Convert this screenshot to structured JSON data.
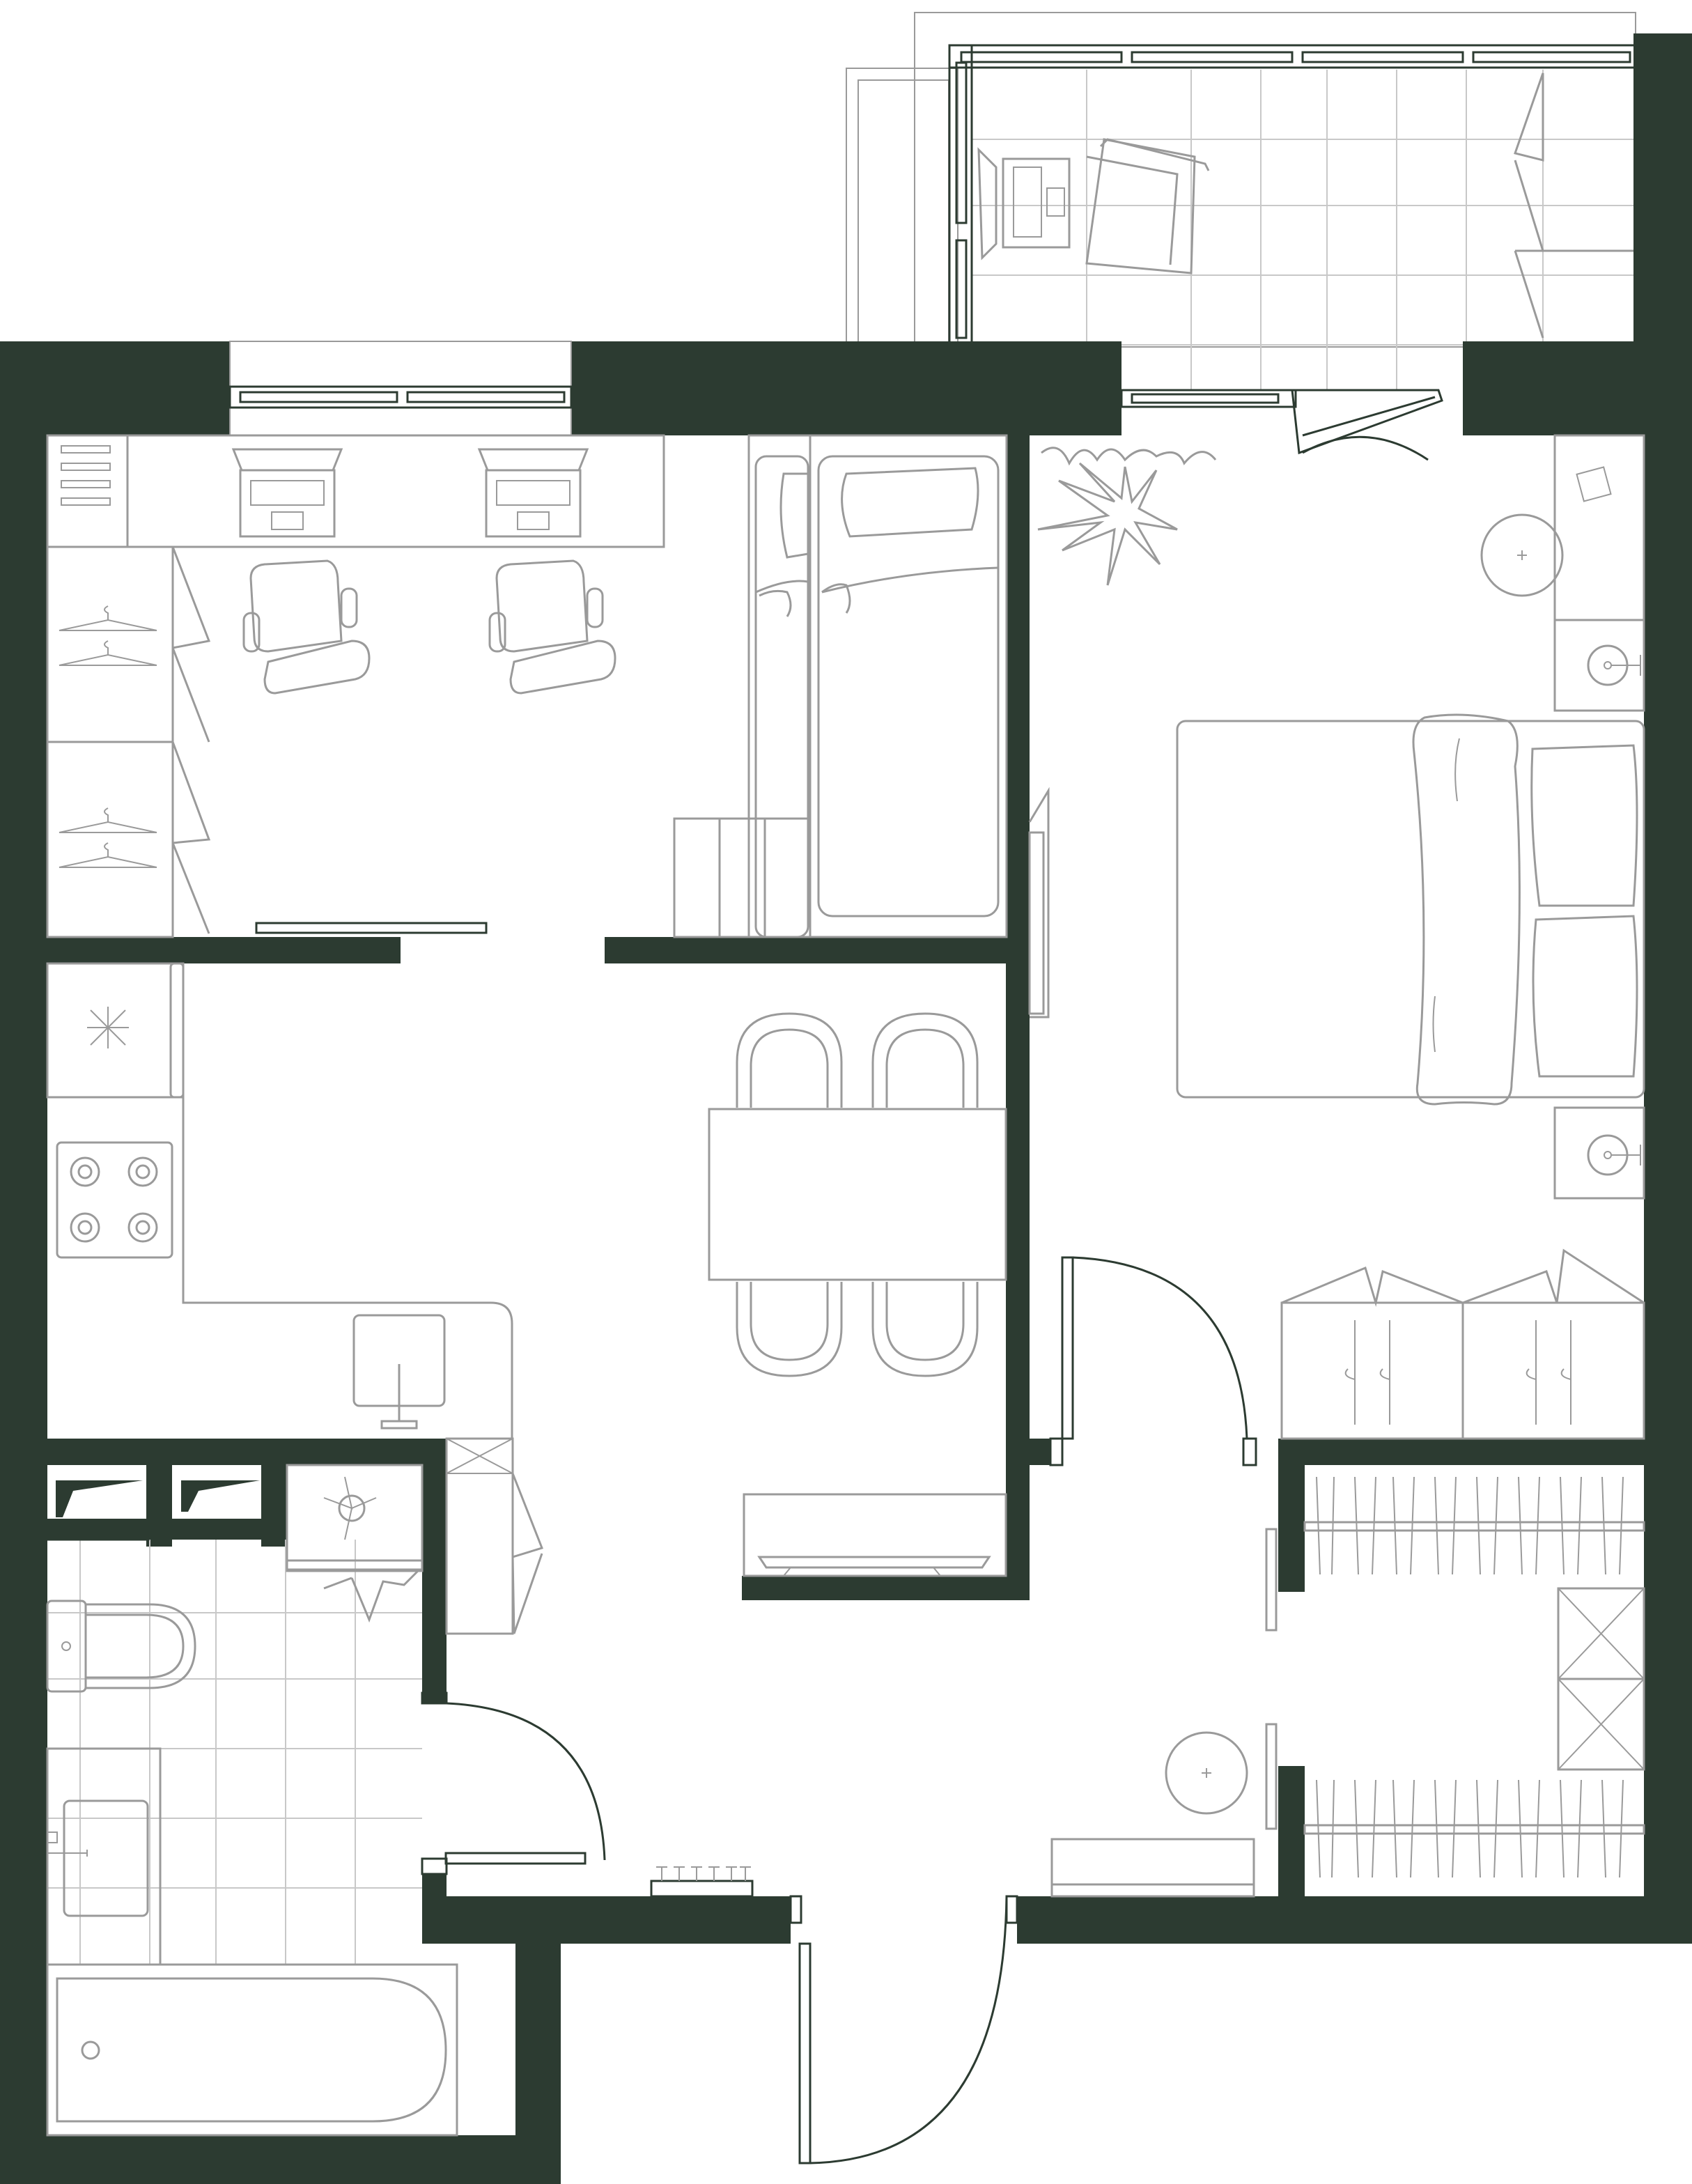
{
  "colors": {
    "wall": "#2c3b31",
    "furniture_line": "#9a9a9a",
    "window_frame": "#2c3b31",
    "background": "#ffffff"
  },
  "rooms": [
    {
      "id": "study",
      "furniture": [
        "desk",
        "laptop",
        "laptop",
        "office-chair",
        "office-chair",
        "wardrobe",
        "bunk-bed"
      ]
    },
    {
      "id": "kitchen-living",
      "furniture": [
        "fridge",
        "cooktop",
        "sink",
        "dining-table",
        "chair",
        "chair",
        "chair",
        "chair",
        "sofa"
      ]
    },
    {
      "id": "bedroom",
      "furniture": [
        "double-bed",
        "nightstand",
        "nightstand",
        "plant",
        "round-table",
        "wardrobe"
      ]
    },
    {
      "id": "balcony",
      "furniture": [
        "armchair",
        "side-table-with-laptop"
      ]
    },
    {
      "id": "bathroom",
      "furniture": [
        "toilet",
        "washbasin",
        "bathtub",
        "washing-machine"
      ]
    },
    {
      "id": "hallway",
      "furniture": [
        "shoe-rack",
        "round-table",
        "closet-rods",
        "radiator"
      ]
    }
  ]
}
